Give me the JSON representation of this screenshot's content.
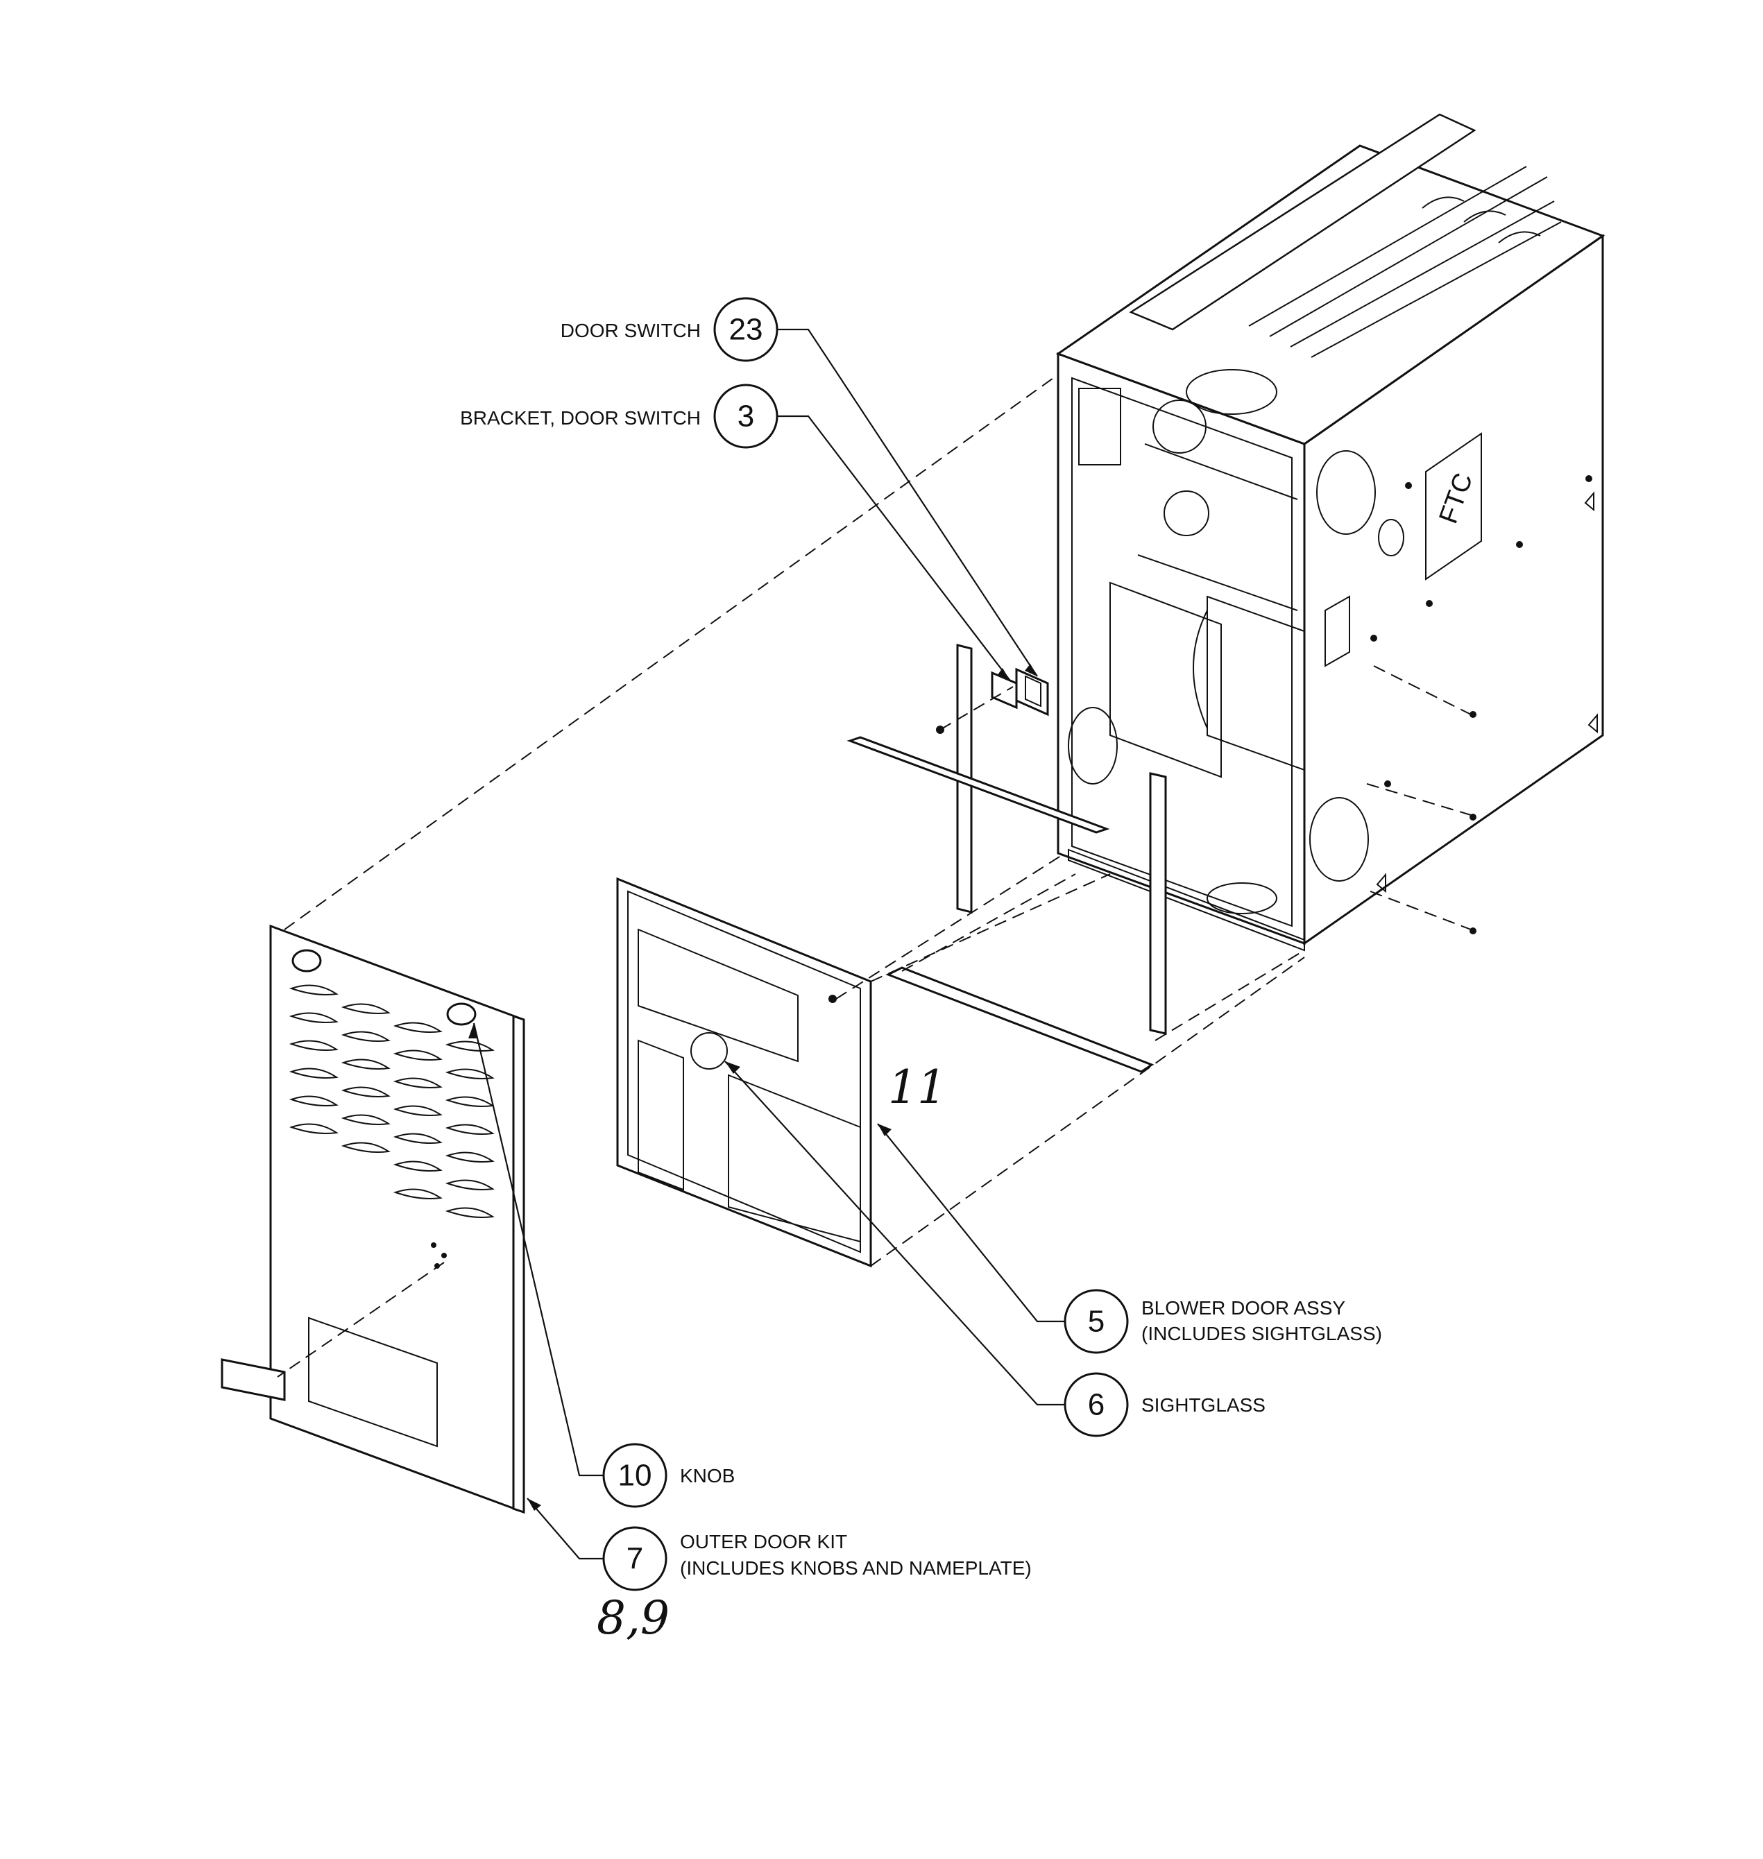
{
  "diagram": {
    "callouts": [
      {
        "id": "c23",
        "number": "23",
        "label": "DOOR SWITCH"
      },
      {
        "id": "c3",
        "number": "3",
        "label": "BRACKET, DOOR SWITCH"
      },
      {
        "id": "c5",
        "number": "5",
        "label_line1": "BLOWER DOOR ASSY",
        "label_line2": "(INCLUDES SIGHTGLASS)"
      },
      {
        "id": "c6",
        "number": "6",
        "label": "SIGHTGLASS"
      },
      {
        "id": "c10",
        "number": "10",
        "label": "KNOB"
      },
      {
        "id": "c7",
        "number": "7",
        "label_line1": "OUTER DOOR KIT",
        "label_line2": "(INCLUDES KNOBS AND NAMEPLATE)"
      }
    ],
    "handwritten": {
      "note_11": "11",
      "note_89": "8,9"
    },
    "cabinet_logo": "FTC"
  }
}
